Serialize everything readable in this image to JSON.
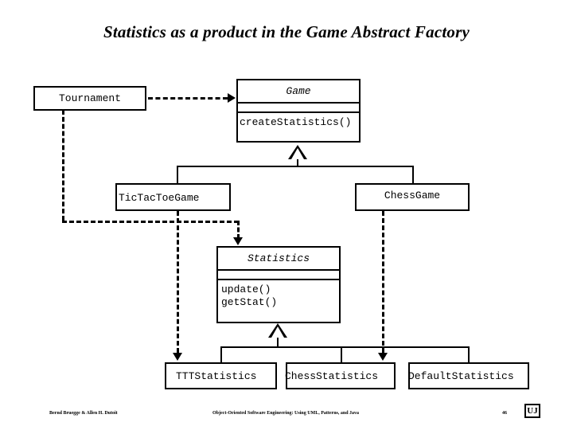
{
  "slide": {
    "title": "Statistics as a product in the Game Abstract Factory"
  },
  "diagram": {
    "type": "uml-class-diagram",
    "classes": [
      {
        "id": "tournament",
        "name": "Tournament",
        "abstract": false,
        "attributes": [],
        "operations": []
      },
      {
        "id": "game",
        "name": "Game",
        "abstract": true,
        "attributes": [],
        "operations": [
          "createStatistics()"
        ]
      },
      {
        "id": "tictactoegame",
        "name": "TicTacToeGame",
        "abstract": false,
        "attributes": [],
        "operations": []
      },
      {
        "id": "chessgame",
        "name": "ChessGame",
        "abstract": false,
        "attributes": [],
        "operations": []
      },
      {
        "id": "statistics",
        "name": "Statistics",
        "abstract": true,
        "attributes": [],
        "operations": [
          "update()",
          "getStat()"
        ]
      },
      {
        "id": "tttstatistics",
        "name": "TTTStatistics",
        "abstract": false,
        "attributes": [],
        "operations": []
      },
      {
        "id": "chessstatistics",
        "name": "ChessStatistics",
        "abstract": false,
        "attributes": [],
        "operations": []
      },
      {
        "id": "defaultstatistics",
        "name": "DefaultStatistics",
        "abstract": false,
        "attributes": [],
        "operations": []
      }
    ],
    "relations": [
      {
        "kind": "dependency",
        "from": "tournament",
        "to": "game"
      },
      {
        "kind": "dependency",
        "from": "tournament",
        "to": "statistics"
      },
      {
        "kind": "dependency",
        "from": "tictactoegame",
        "to": "tttstatistics"
      },
      {
        "kind": "dependency",
        "from": "chessgame",
        "to": "chessstatistics"
      },
      {
        "kind": "generalization",
        "from": "tictactoegame",
        "to": "game"
      },
      {
        "kind": "generalization",
        "from": "chessgame",
        "to": "game"
      },
      {
        "kind": "generalization",
        "from": "tttstatistics",
        "to": "statistics"
      },
      {
        "kind": "generalization",
        "from": "chessstatistics",
        "to": "statistics"
      },
      {
        "kind": "generalization",
        "from": "defaultstatistics",
        "to": "statistics"
      }
    ],
    "colors": {
      "stroke": "#000000",
      "fill": "#ffffff",
      "text": "#000000"
    }
  },
  "footer": {
    "authors": "Bernd Bruegge & Allen H. Dutoit",
    "book": "Object-Oriented Software Engineering: Using UML, Patterns, and Java",
    "page": "46",
    "logo_text": "UJ"
  }
}
